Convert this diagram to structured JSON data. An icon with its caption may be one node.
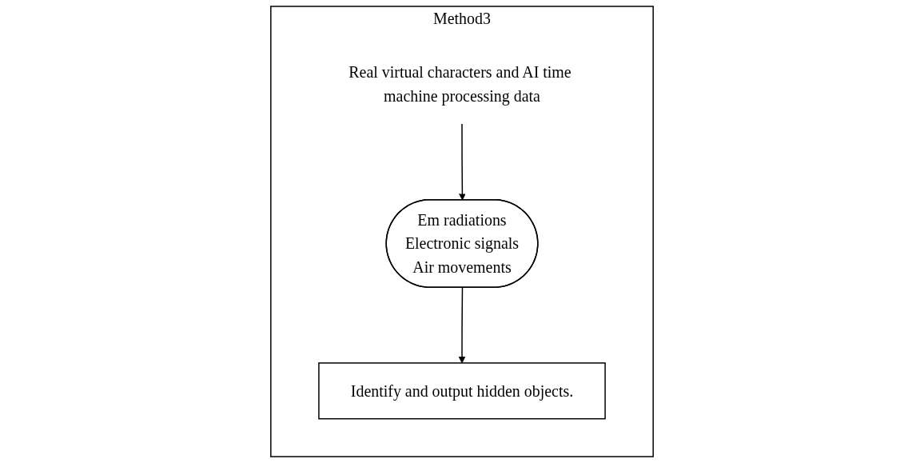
{
  "diagram": {
    "nodes": [
      {
        "text": [
          "Method3"
        ]
      },
      {
        "text": [
          "Real virtual characters and AI time machine processing data"
        ],
        "in": 0
      },
      {
        "text": [
          "Em radiations",
          "Electronic signals",
          "Air movements"
        ],
        "in": 0
      },
      {
        "text": [
          "Identify and output hidden objects."
        ],
        "in": 0
      }
    ],
    "edges": [
      {
        "from": 1,
        "to": 2,
        "arrow": "to"
      },
      {
        "from": 2,
        "to": 3,
        "arrow": "to"
      }
    ]
  }
}
